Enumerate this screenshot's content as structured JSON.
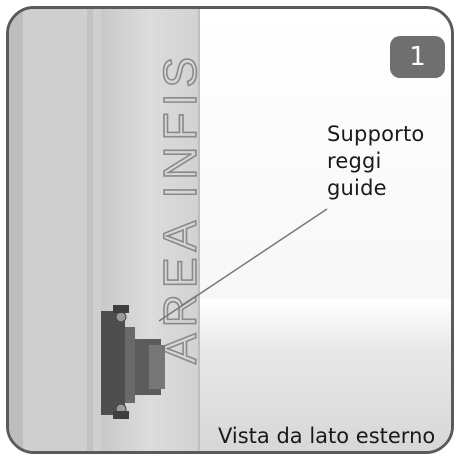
{
  "wall_lettering": "AREA INFIS",
  "callout": {
    "label": "Supporto\nreggi\nguide"
  },
  "step_badge": {
    "number": "1"
  },
  "caption": "Vista da lato esterno",
  "colors": {
    "frame": "#5a5a5a",
    "badge": "#6f6f6f",
    "wall": "#d9d9d9",
    "bracket": "#555555"
  }
}
